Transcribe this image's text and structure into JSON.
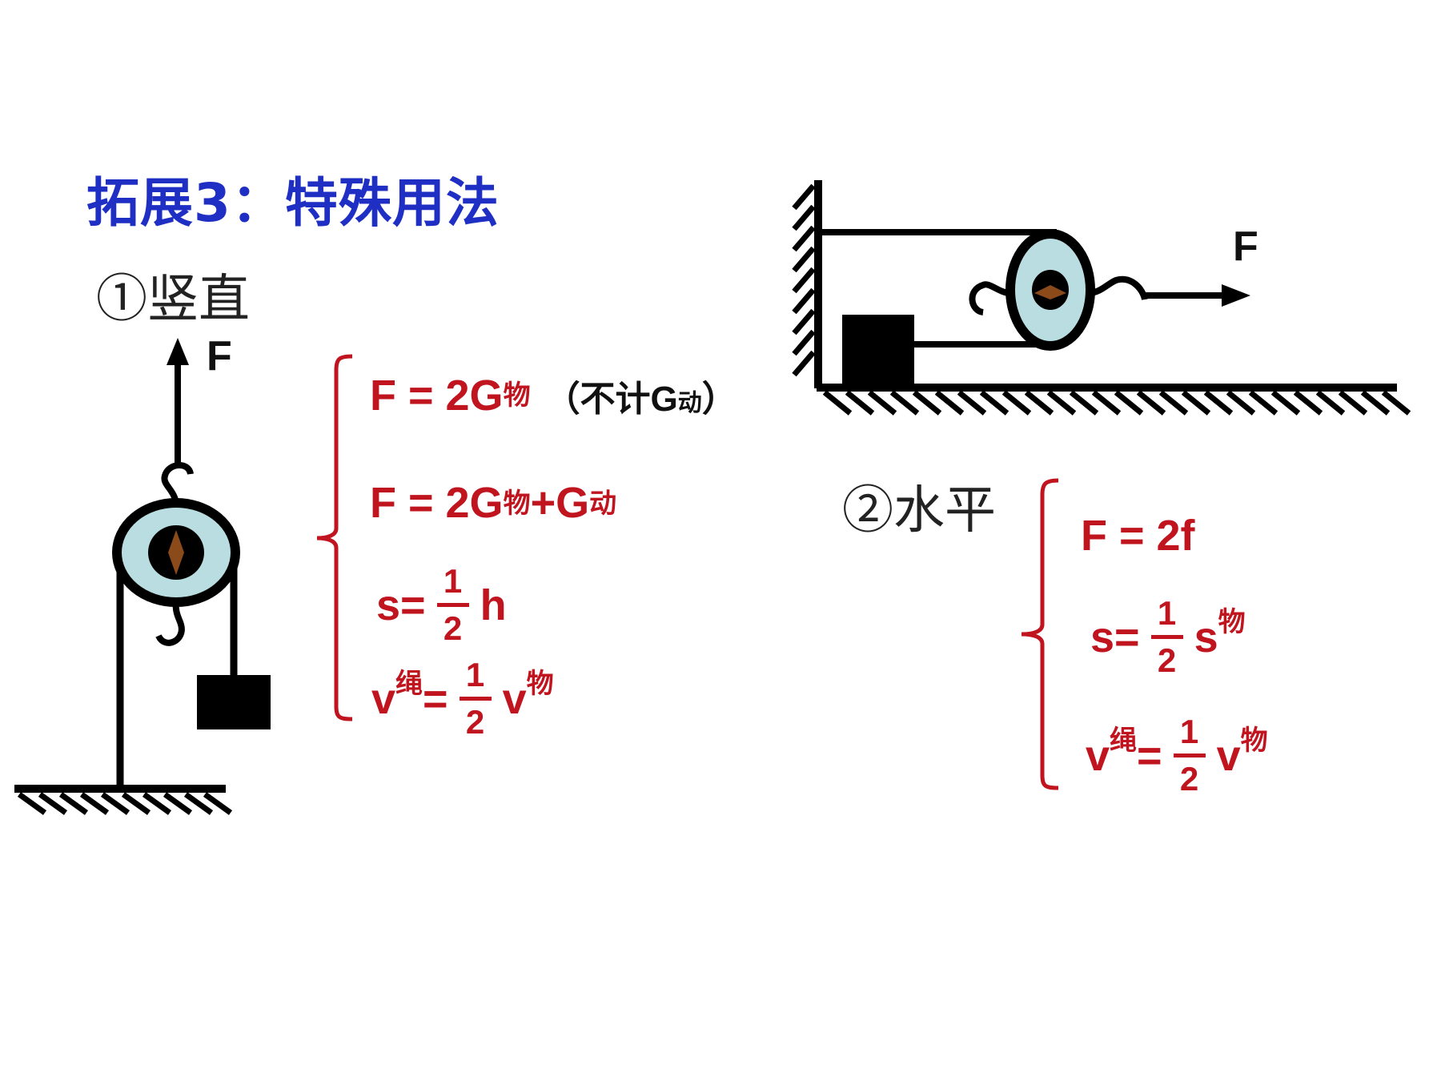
{
  "title": "拓展3：特殊用法",
  "vertical": {
    "label": "①竖直",
    "force_label": "F",
    "formulas": {
      "f1_main": "F = 2G",
      "f1_sub": "物",
      "f1_note_a": "（不计G",
      "f1_note_sub": "动",
      "f1_note_b": "）",
      "f2_main": "F = 2G",
      "f2_sub": "物",
      "f2_plus": "+G",
      "f2_sub2": "动",
      "f3_left": "s=",
      "f3_num": "1",
      "f3_den": "2",
      "f3_right": "h",
      "f4_left": "v",
      "f4_sub": "绳",
      "f4_eq": "=",
      "f4_num": "1",
      "f4_den": "2",
      "f4_right": "v",
      "f4_sub2": "物"
    }
  },
  "horizontal": {
    "label": "②水平",
    "force_label": "F",
    "formulas": {
      "f1": "F = 2f",
      "f2_left": "s=",
      "f2_num": "1",
      "f2_den": "2",
      "f2_right": "s",
      "f2_sub": "物",
      "f3_left": "v",
      "f3_sub": "绳",
      "f3_eq": "=",
      "f3_num": "1",
      "f3_den": "2",
      "f3_right": "v",
      "f3_sub2": "物"
    }
  },
  "colors": {
    "title": "#1f2fc4",
    "formula": "#c0141f",
    "pulley_fill": "#b9dde0",
    "axle": "#8a4a1a",
    "ink": "#000000"
  }
}
